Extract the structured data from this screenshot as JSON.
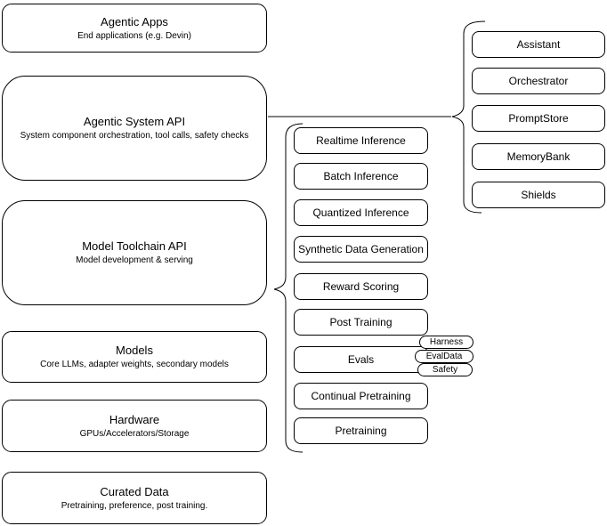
{
  "stack_layers": [
    {
      "title": "Agentic Apps",
      "subtitle": "End applications (e.g. Devin)"
    },
    {
      "title": "Agentic System API",
      "subtitle": "System component orchestration, tool calls, safety checks"
    },
    {
      "title": "Model Toolchain API",
      "subtitle": "Model development & serving"
    },
    {
      "title": "Models",
      "subtitle": "Core LLMs, adapter weights, secondary models"
    },
    {
      "title": "Hardware",
      "subtitle": "GPUs/Accelerators/Storage"
    },
    {
      "title": "Curated Data",
      "subtitle": "Pretraining, preference, post training."
    }
  ],
  "toolchain_services": [
    "Realtime Inference",
    "Batch Inference",
    "Quantized Inference",
    "Synthetic Data Generation",
    "Reward Scoring",
    "Post Training",
    "Evals",
    "Continual Pretraining",
    "Pretraining"
  ],
  "evals_tags": [
    "Harness",
    "EvalData",
    "Safety"
  ],
  "system_components": [
    "Assistant",
    "Orchestrator",
    "PromptStore",
    "MemoryBank",
    "Shields"
  ],
  "colors": {
    "stroke": "#000000",
    "fill": "#ffffff",
    "text": "#000000"
  }
}
